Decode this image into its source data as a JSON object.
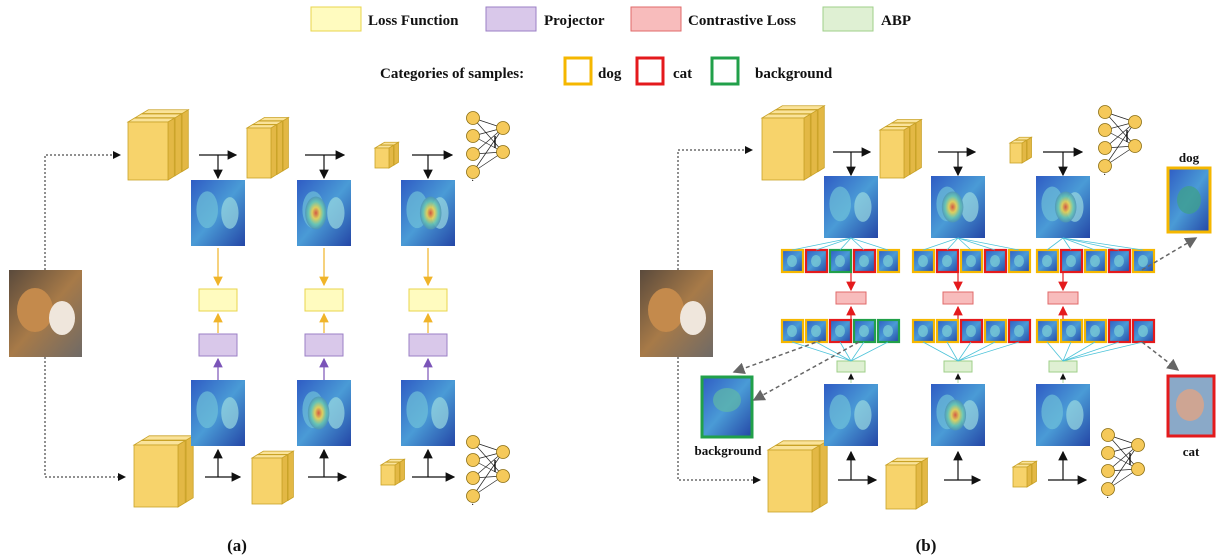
{
  "legend": {
    "items": [
      {
        "label": "Loss Function",
        "fill": "#fffbbf",
        "stroke": "#e8d44d"
      },
      {
        "label": "Projector",
        "fill": "#d9c8ea",
        "stroke": "#9b7fc6"
      },
      {
        "label": "Contrastive Loss",
        "fill": "#f8bcbc",
        "stroke": "#e06a6a"
      },
      {
        "label": "ABP",
        "fill": "#dff0d3",
        "stroke": "#9fcf8a"
      }
    ],
    "categories_label": "Categories of samples:",
    "categories": [
      {
        "label": "dog",
        "color": "#f5b700"
      },
      {
        "label": "cat",
        "color": "#e41a1c"
      },
      {
        "label": "background",
        "color": "#21a04a"
      }
    ]
  },
  "panel_a": {
    "caption": "(a)"
  },
  "panel_b": {
    "caption": "(b)",
    "crop_labels": {
      "dog": "dog",
      "cat": "cat",
      "background": "background"
    },
    "top_row_sequence": [
      "dog",
      "cat",
      "bg",
      "cat",
      "dog",
      "dog",
      "cat",
      "dog",
      "cat",
      "dog",
      "dog",
      "cat",
      "dog",
      "cat",
      "dog"
    ],
    "bottom_row_sequence": [
      "dog",
      "dog",
      "cat",
      "bg",
      "bg",
      "dog",
      "dog",
      "cat",
      "dog",
      "cat",
      "dog",
      "dog",
      "dog",
      "cat",
      "cat"
    ]
  },
  "colors": {
    "block_fill": "#f7d36b",
    "block_stroke": "#c9a227",
    "neuron_fill": "#f5c95a",
    "arrow_yellow": "#f0b429",
    "arrow_purple": "#7b54b8",
    "arrow_red": "#e41a1c",
    "link_cyan": "#4cc3d9",
    "dog": "#f5b700",
    "cat": "#e41a1c",
    "background": "#21a04a"
  }
}
